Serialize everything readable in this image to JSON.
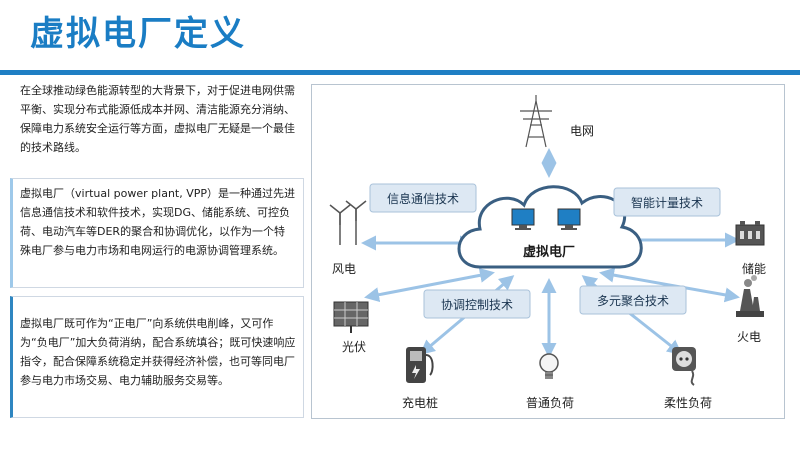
{
  "page": {
    "title": "虚拟电厂定义"
  },
  "paragraphs": {
    "intro": "在全球推动绿色能源转型的大背景下，对于促进电网供需平衡、实现分布式能源低成本并网、清洁能源充分消纳、保障电力系统安全运行等方面，虚拟电厂无疑是一个最佳的技术路线。",
    "definition": "虚拟电厂（virtual power plant, VPP）是一种通过先进信息通信技术和软件技术，实现DG、储能系统、可控负荷、电动汽车等DER的聚合和协调优化，以作为一个特殊电厂参与电力市场和电网运行的电源协调管理系统。",
    "roles": "虚拟电厂既可作为“正电厂”向系统供电削峰，又可作为“负电厂”加大负荷消纳，配合系统填谷；既可快速响应指令，配合保障系统稳定并获得经济补偿，也可等同电厂参与电力市场交易、电力辅助服务交易等。"
  },
  "diagram": {
    "center": "虚拟电厂",
    "technologies": {
      "info_comm": "信息通信技术",
      "smart_metering": "智能计量技术",
      "coordination_control": "协调控制技术",
      "aggregation": "多元聚合技术"
    },
    "nodes": {
      "grid": "电网",
      "wind": "风电",
      "storage": "储能",
      "solar": "光伏",
      "thermal": "火电",
      "charger": "充电桩",
      "normal_load": "普通负荷",
      "flexible_load": "柔性负荷"
    },
    "colors": {
      "accent": "#1f7fc4",
      "pill_fill": "#dde8f3",
      "arrow": "#9cc3e6",
      "cloud_stroke": "#3a5f82"
    }
  }
}
